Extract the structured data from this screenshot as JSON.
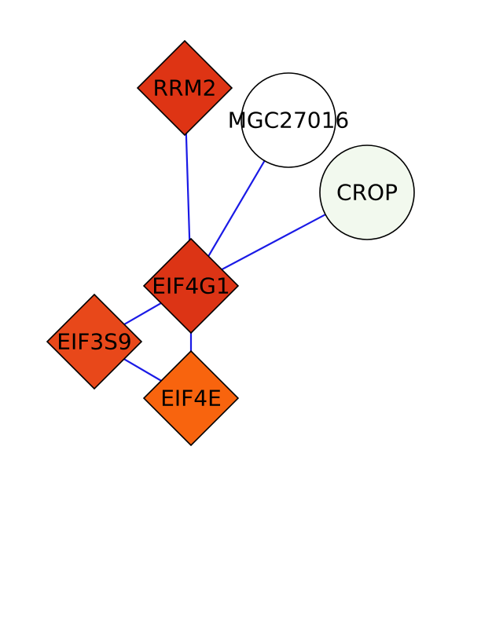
{
  "network": {
    "edge_color": "#1a1ae6",
    "nodes": [
      {
        "id": "rrm2",
        "label": "RRM2",
        "shape": "diamond",
        "color": "#de3414"
      },
      {
        "id": "mgc27016",
        "label": "MGC27016",
        "shape": "circle",
        "color": "#ffffff"
      },
      {
        "id": "crop",
        "label": "CROP",
        "shape": "circle",
        "color": "#f2f9ee"
      },
      {
        "id": "eif4g1",
        "label": "EIF4G1",
        "shape": "diamond",
        "color": "#dc3415"
      },
      {
        "id": "eif3s9",
        "label": "EIF3S9",
        "shape": "diamond",
        "color": "#e8481a"
      },
      {
        "id": "eif4e",
        "label": "EIF4E",
        "shape": "diamond",
        "color": "#f8640e"
      }
    ],
    "edges": [
      {
        "source": "rrm2",
        "target": "eif4g1"
      },
      {
        "source": "mgc27016",
        "target": "eif4g1"
      },
      {
        "source": "crop",
        "target": "eif4g1"
      },
      {
        "source": "eif4g1",
        "target": "eif3s9"
      },
      {
        "source": "eif4g1",
        "target": "eif4e"
      },
      {
        "source": "eif3s9",
        "target": "eif4e"
      }
    ]
  }
}
